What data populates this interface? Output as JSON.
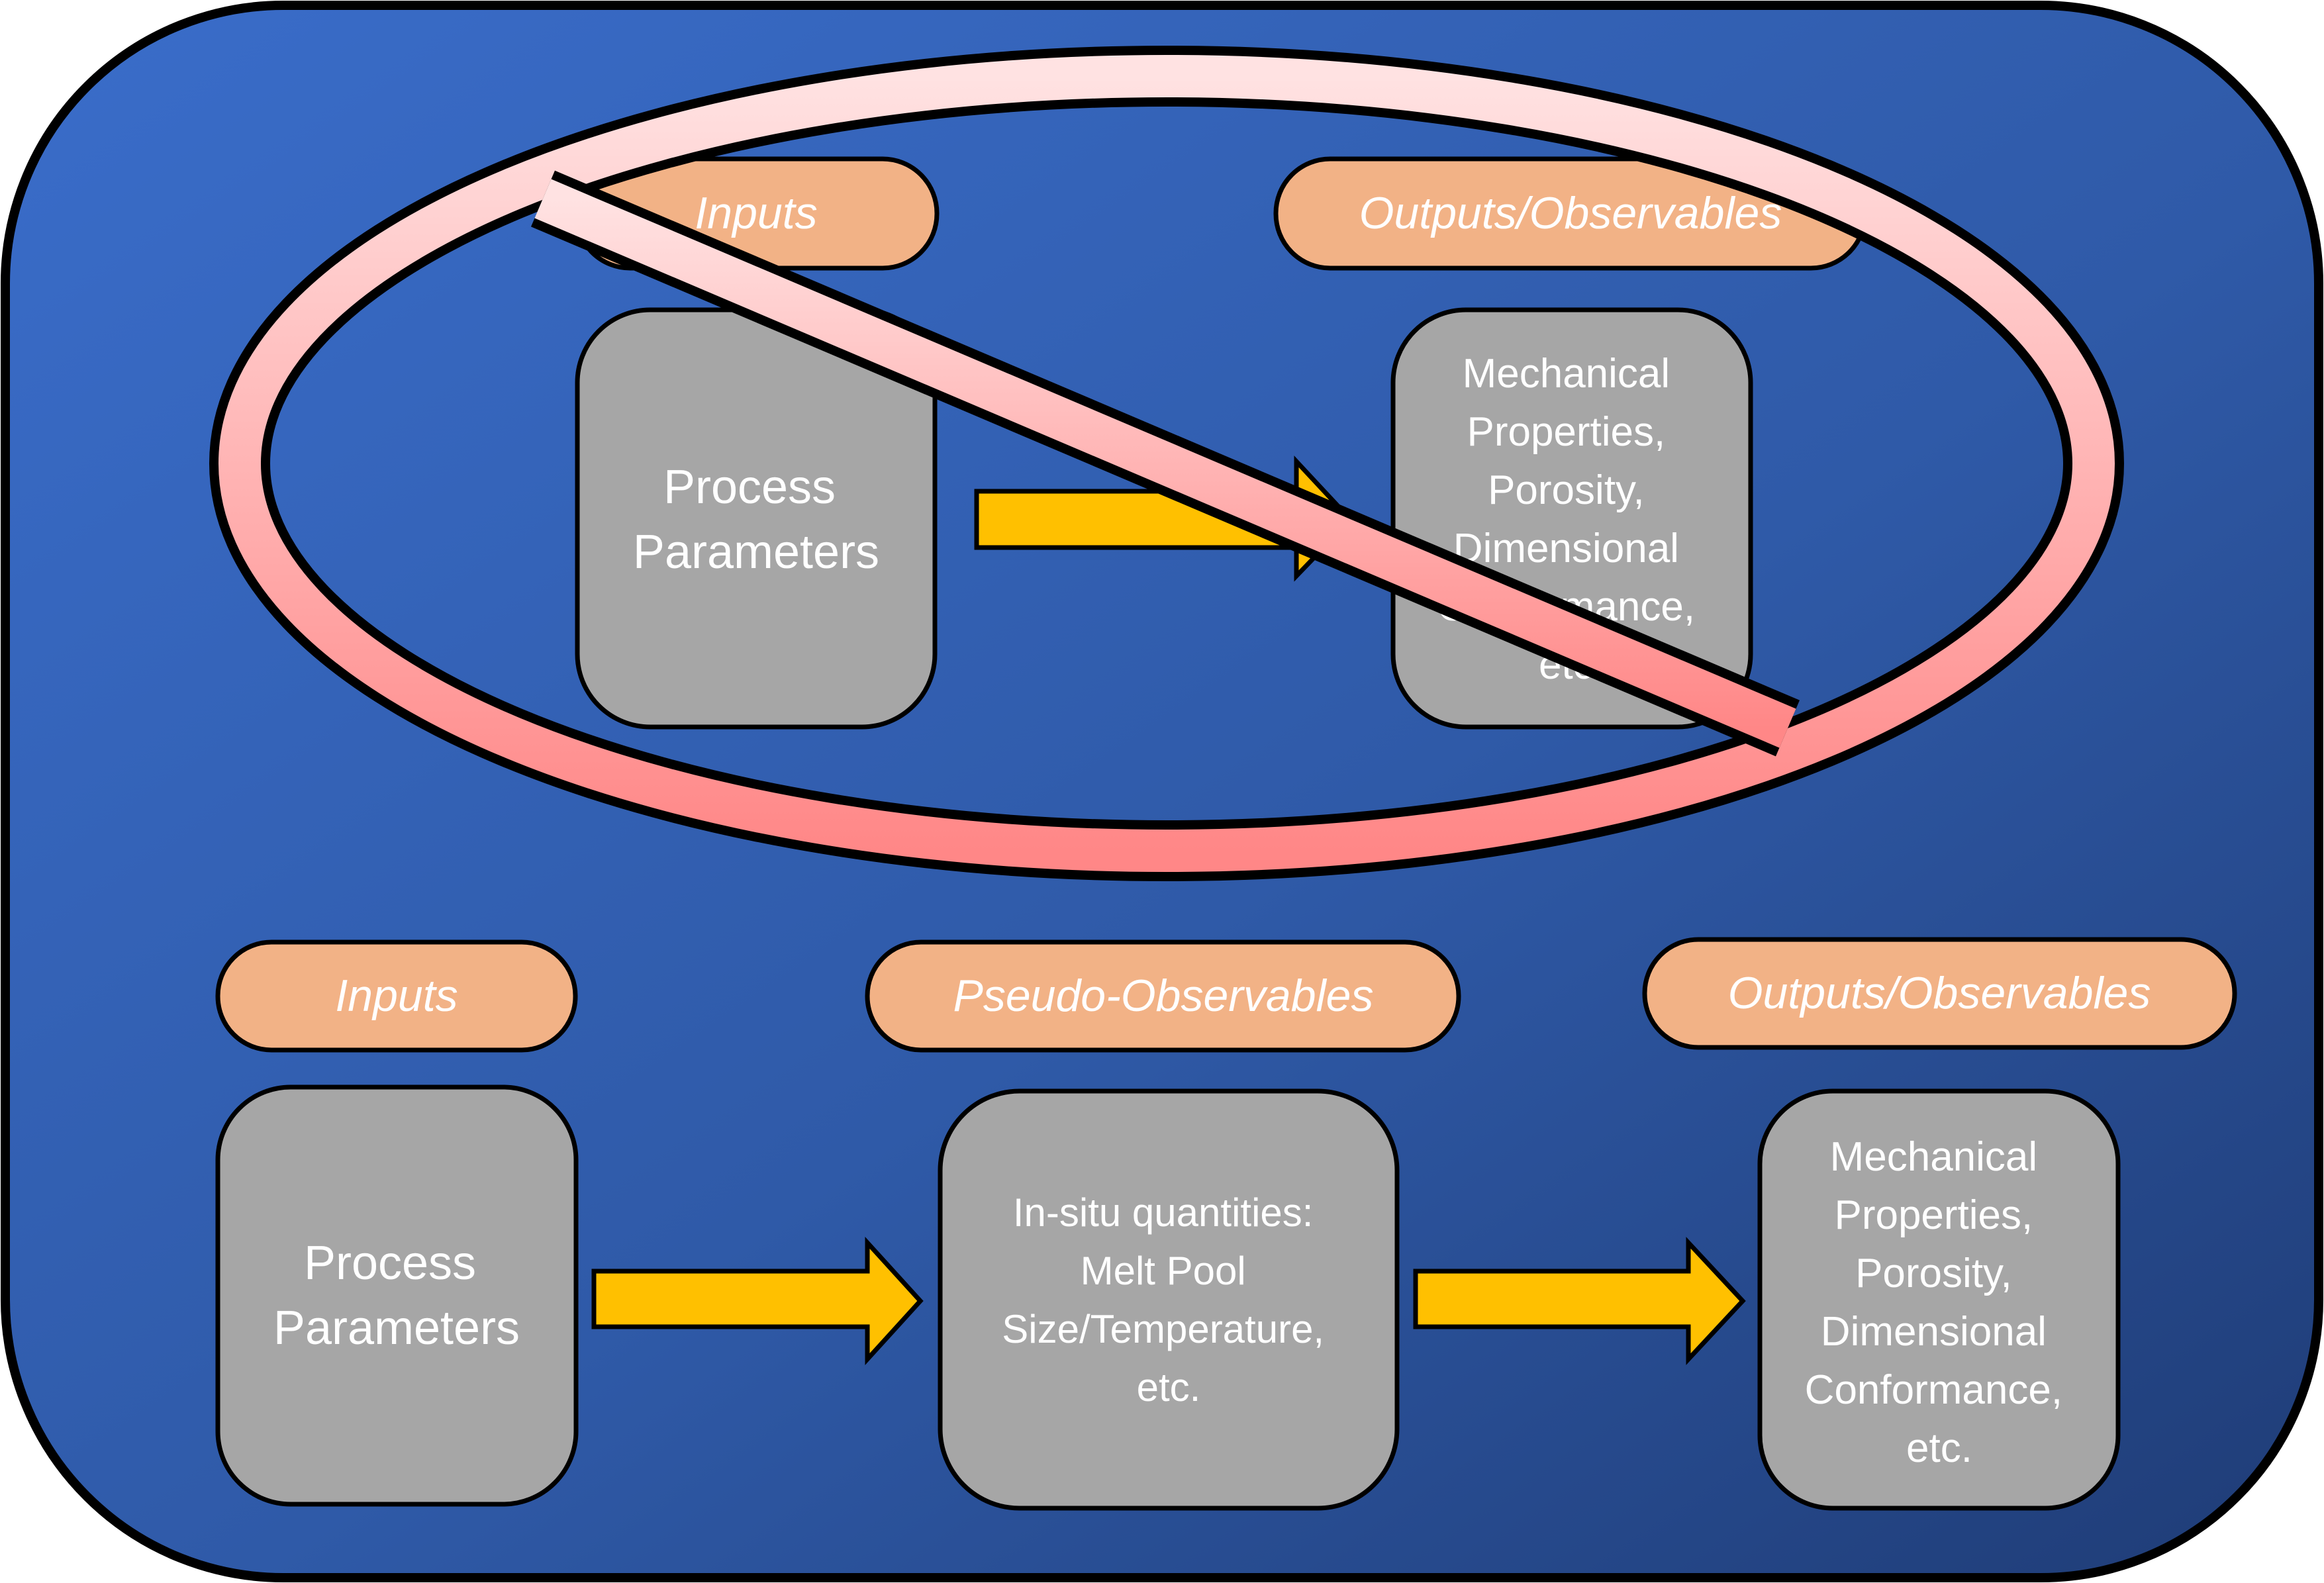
{
  "colors": {
    "background_top": "#3a6cc8",
    "background_bottom": "#1f3f7a",
    "label_fill": "#f2b286",
    "box_fill": "#a6a6a6",
    "arrow_fill": "#ffc000",
    "prohibition_top": "#ffe0e0",
    "prohibition_bottom": "#ff8585",
    "text": "#ffffff"
  },
  "top_diagram": {
    "status": "crossed-out",
    "inputs_label": "Inputs",
    "outputs_label": "Outputs/Observables",
    "input_box": [
      "Process",
      "Parameters"
    ],
    "output_box": [
      "Mechanical",
      "Properties,",
      "Porosity,",
      "Dimensional",
      "Conformance,",
      "etc."
    ]
  },
  "bottom_diagram": {
    "inputs_label": "Inputs",
    "pseudo_label": "Pseudo-Observables",
    "outputs_label": "Outputs/Observables",
    "input_box": [
      "Process",
      "Parameters"
    ],
    "pseudo_box": [
      "In-situ quantities:",
      "Melt Pool",
      "Size/Temperature,",
      "etc."
    ],
    "output_box": [
      "Mechanical",
      "Properties,",
      "Porosity,",
      "Dimensional",
      "Conformance,",
      "etc."
    ]
  }
}
